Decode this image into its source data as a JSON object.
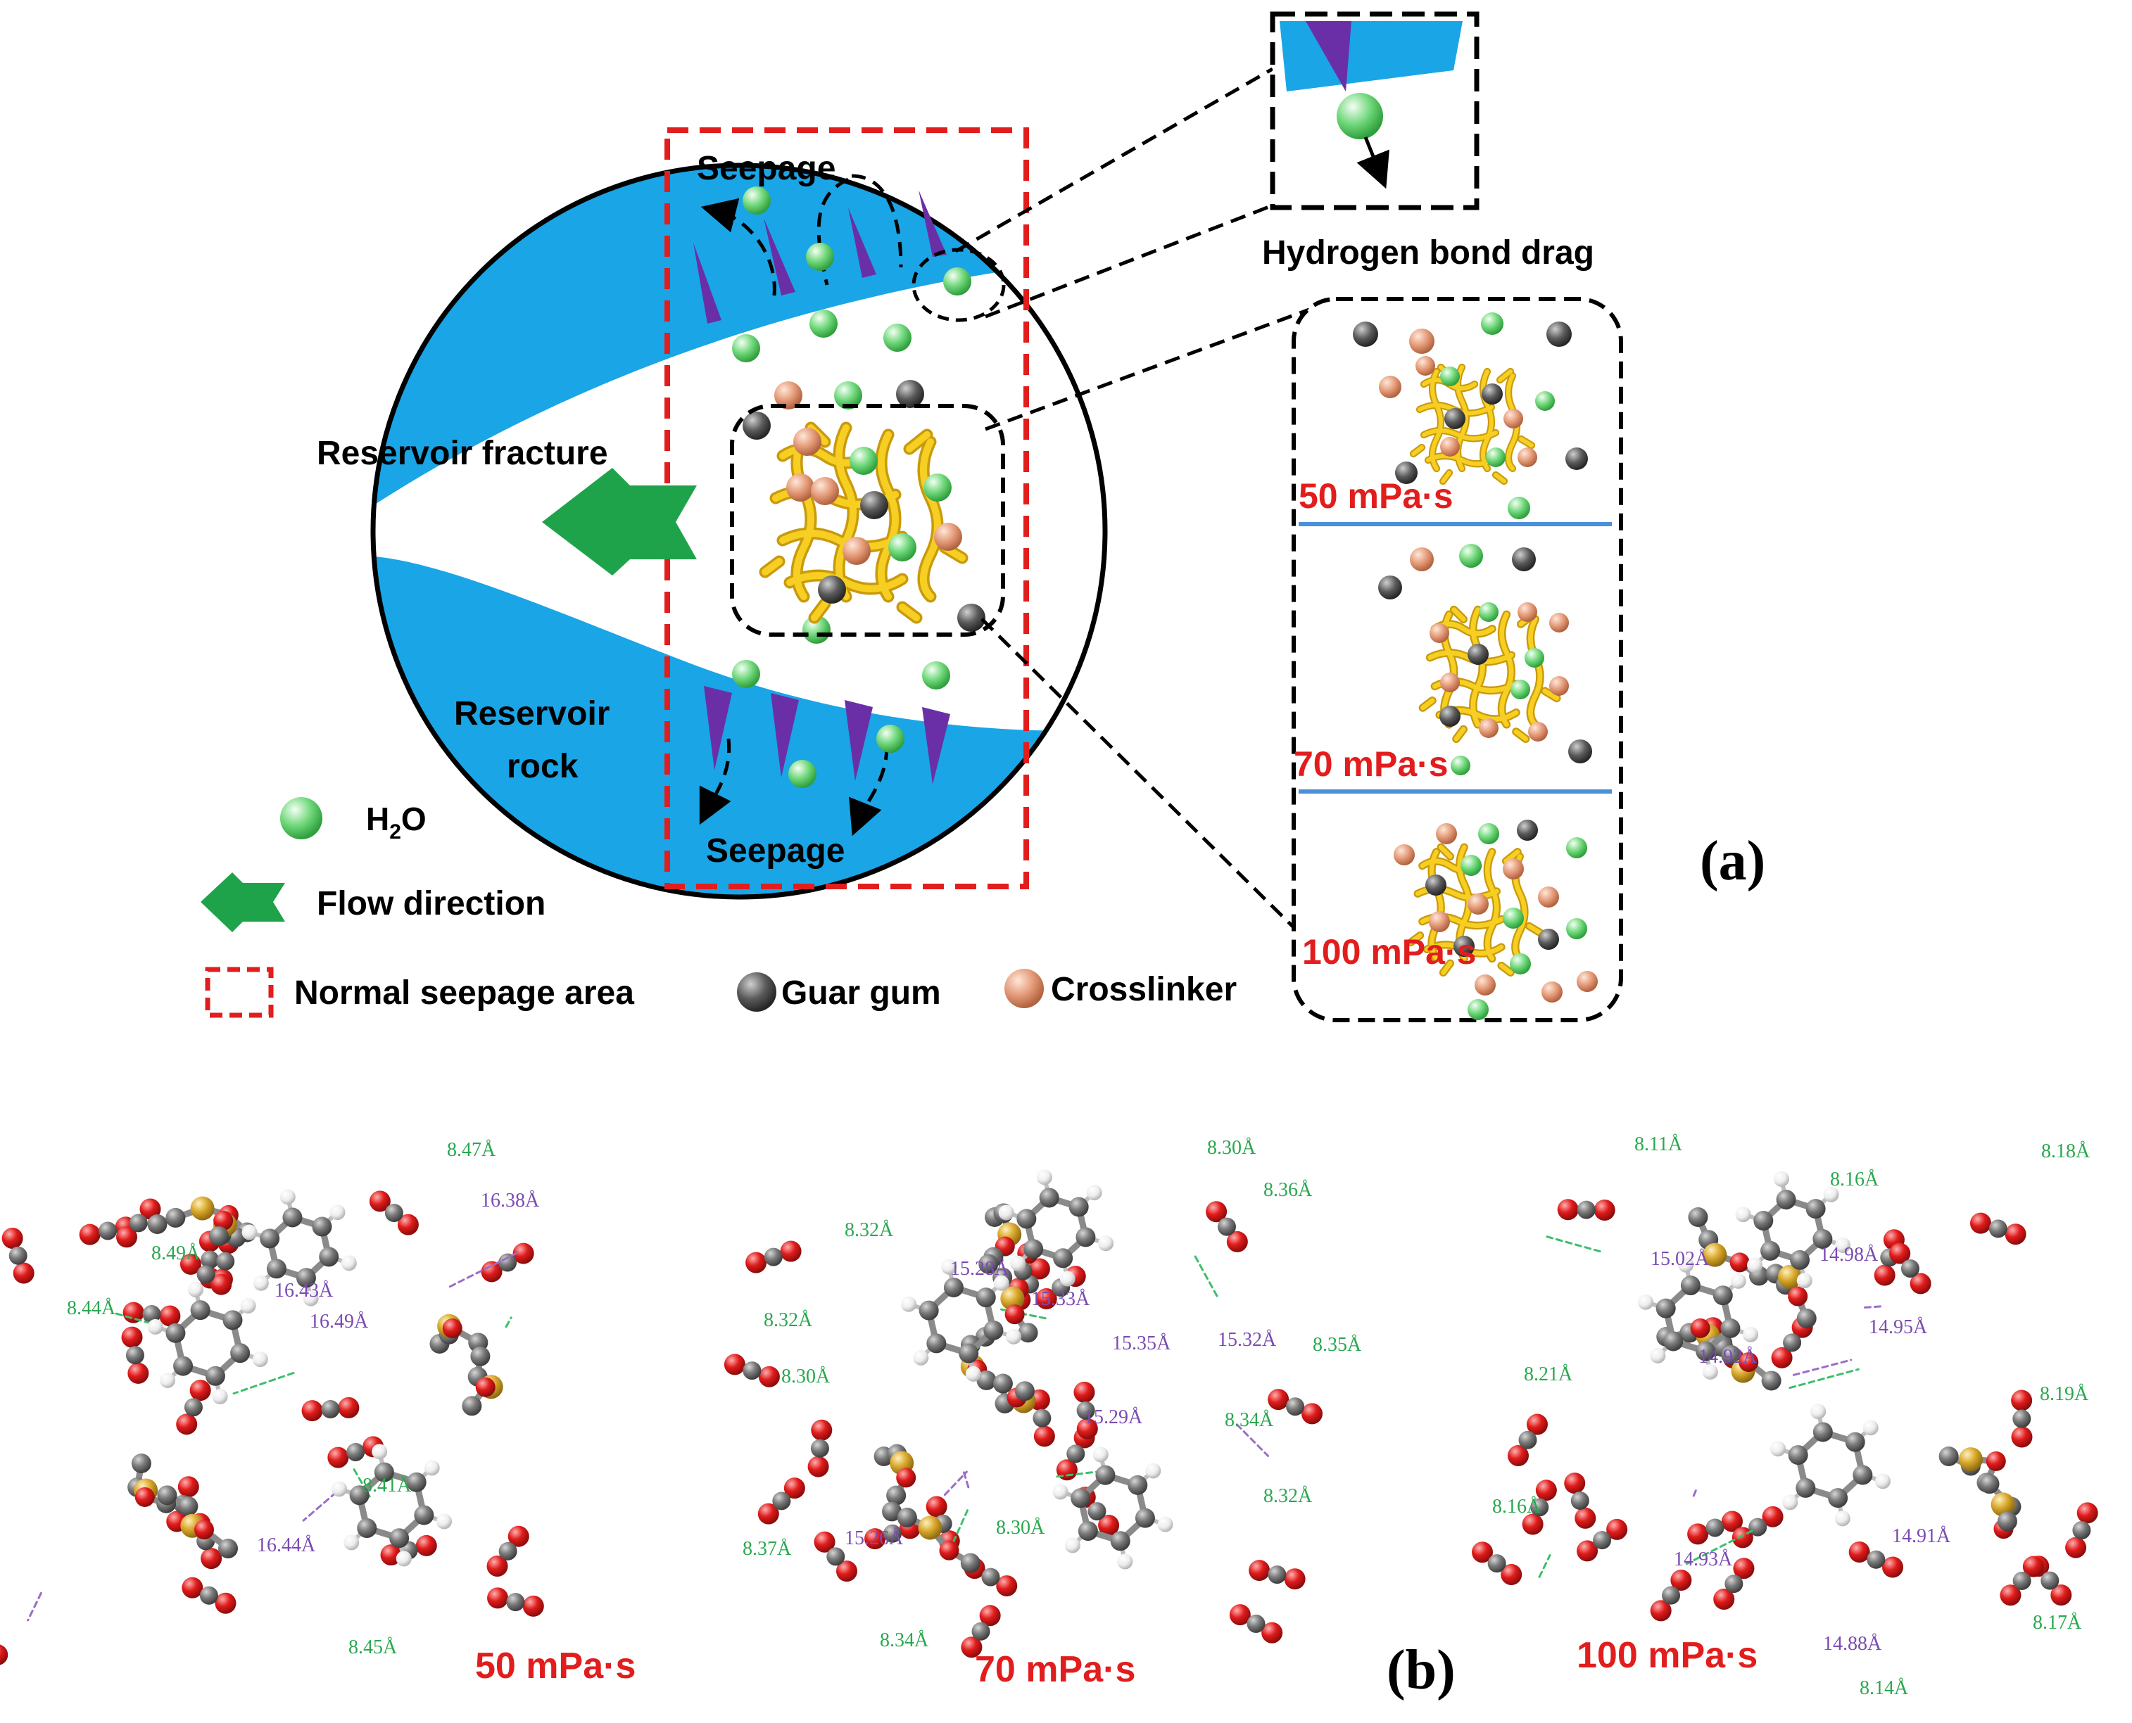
{
  "panel_a": {
    "label": "(a)",
    "seepage_top": "Seepage",
    "seepage_bottom": "Seepage",
    "reservoir_fracture": "Reservoir fracture",
    "reservoir_rock_line1": "Reservoir",
    "reservoir_rock_line2": "rock",
    "hydrogen_bond_drag": "Hydrogen bond drag",
    "viscosity_labels": [
      "50 mPa·s",
      "70 mPa·s",
      "100 mPa·s"
    ],
    "legend": {
      "h2o_main": "H",
      "h2o_sub": "2",
      "h2o_tail": "O",
      "flow_direction": "Flow direction",
      "normal_seepage_area": "Normal seepage area",
      "guar_gum": "Guar gum",
      "crosslinker": "Crosslinker"
    }
  },
  "panel_b": {
    "label": "(b)",
    "viscosity_labels": [
      "50 mPa·s",
      "70 mPa·s",
      "100 mPa·s"
    ],
    "distances_50": {
      "hbond": [
        "8.47Å",
        "8.49Å",
        "8.44Å",
        "8.41Å",
        "8.45Å"
      ],
      "interchain": [
        "16.38Å",
        "16.43Å",
        "16.49Å",
        "16.44Å"
      ]
    },
    "distances_70": {
      "hbond": [
        "8.30Å",
        "8.36Å",
        "8.32Å",
        "8.32Å",
        "8.30Å",
        "8.35Å",
        "8.34Å",
        "8.32Å",
        "8.30Å",
        "8.37Å",
        "8.34Å"
      ],
      "interchain": [
        "15.28Å",
        "15.33Å",
        "15.35Å",
        "15.32Å",
        "15.29Å",
        "15.26Å"
      ]
    },
    "distances_100": {
      "hbond": [
        "8.11Å",
        "8.16Å",
        "8.18Å",
        "8.21Å",
        "8.19Å",
        "8.16Å",
        "8.17Å",
        "8.14Å"
      ],
      "interchain": [
        "15.02Å",
        "14.98Å",
        "14.92Å",
        "14.95Å",
        "14.93Å",
        "14.91Å",
        "14.88Å"
      ]
    }
  },
  "colors": {
    "rock": "#1aa5e6",
    "fracture": "#ffffff",
    "boundary": "#e21d1d",
    "water_green": "#3fc14e",
    "guar_gray": "#555555",
    "crosslinker_orange": "#e0926e",
    "gel_yellow": "#f2c21a",
    "spike_purple": "#6a2fa6",
    "flow_arrow": "#1ea34a",
    "hbond_label": "#29a84f",
    "interchain_label": "#7a4bb2",
    "viscosity_label": "#e21d1d",
    "oxygen_red": "#e01b1b",
    "carbon_gray": "#6b6b6b",
    "silicon_gold": "#d4a52a",
    "hydrogen_white": "#f0f0f0"
  }
}
